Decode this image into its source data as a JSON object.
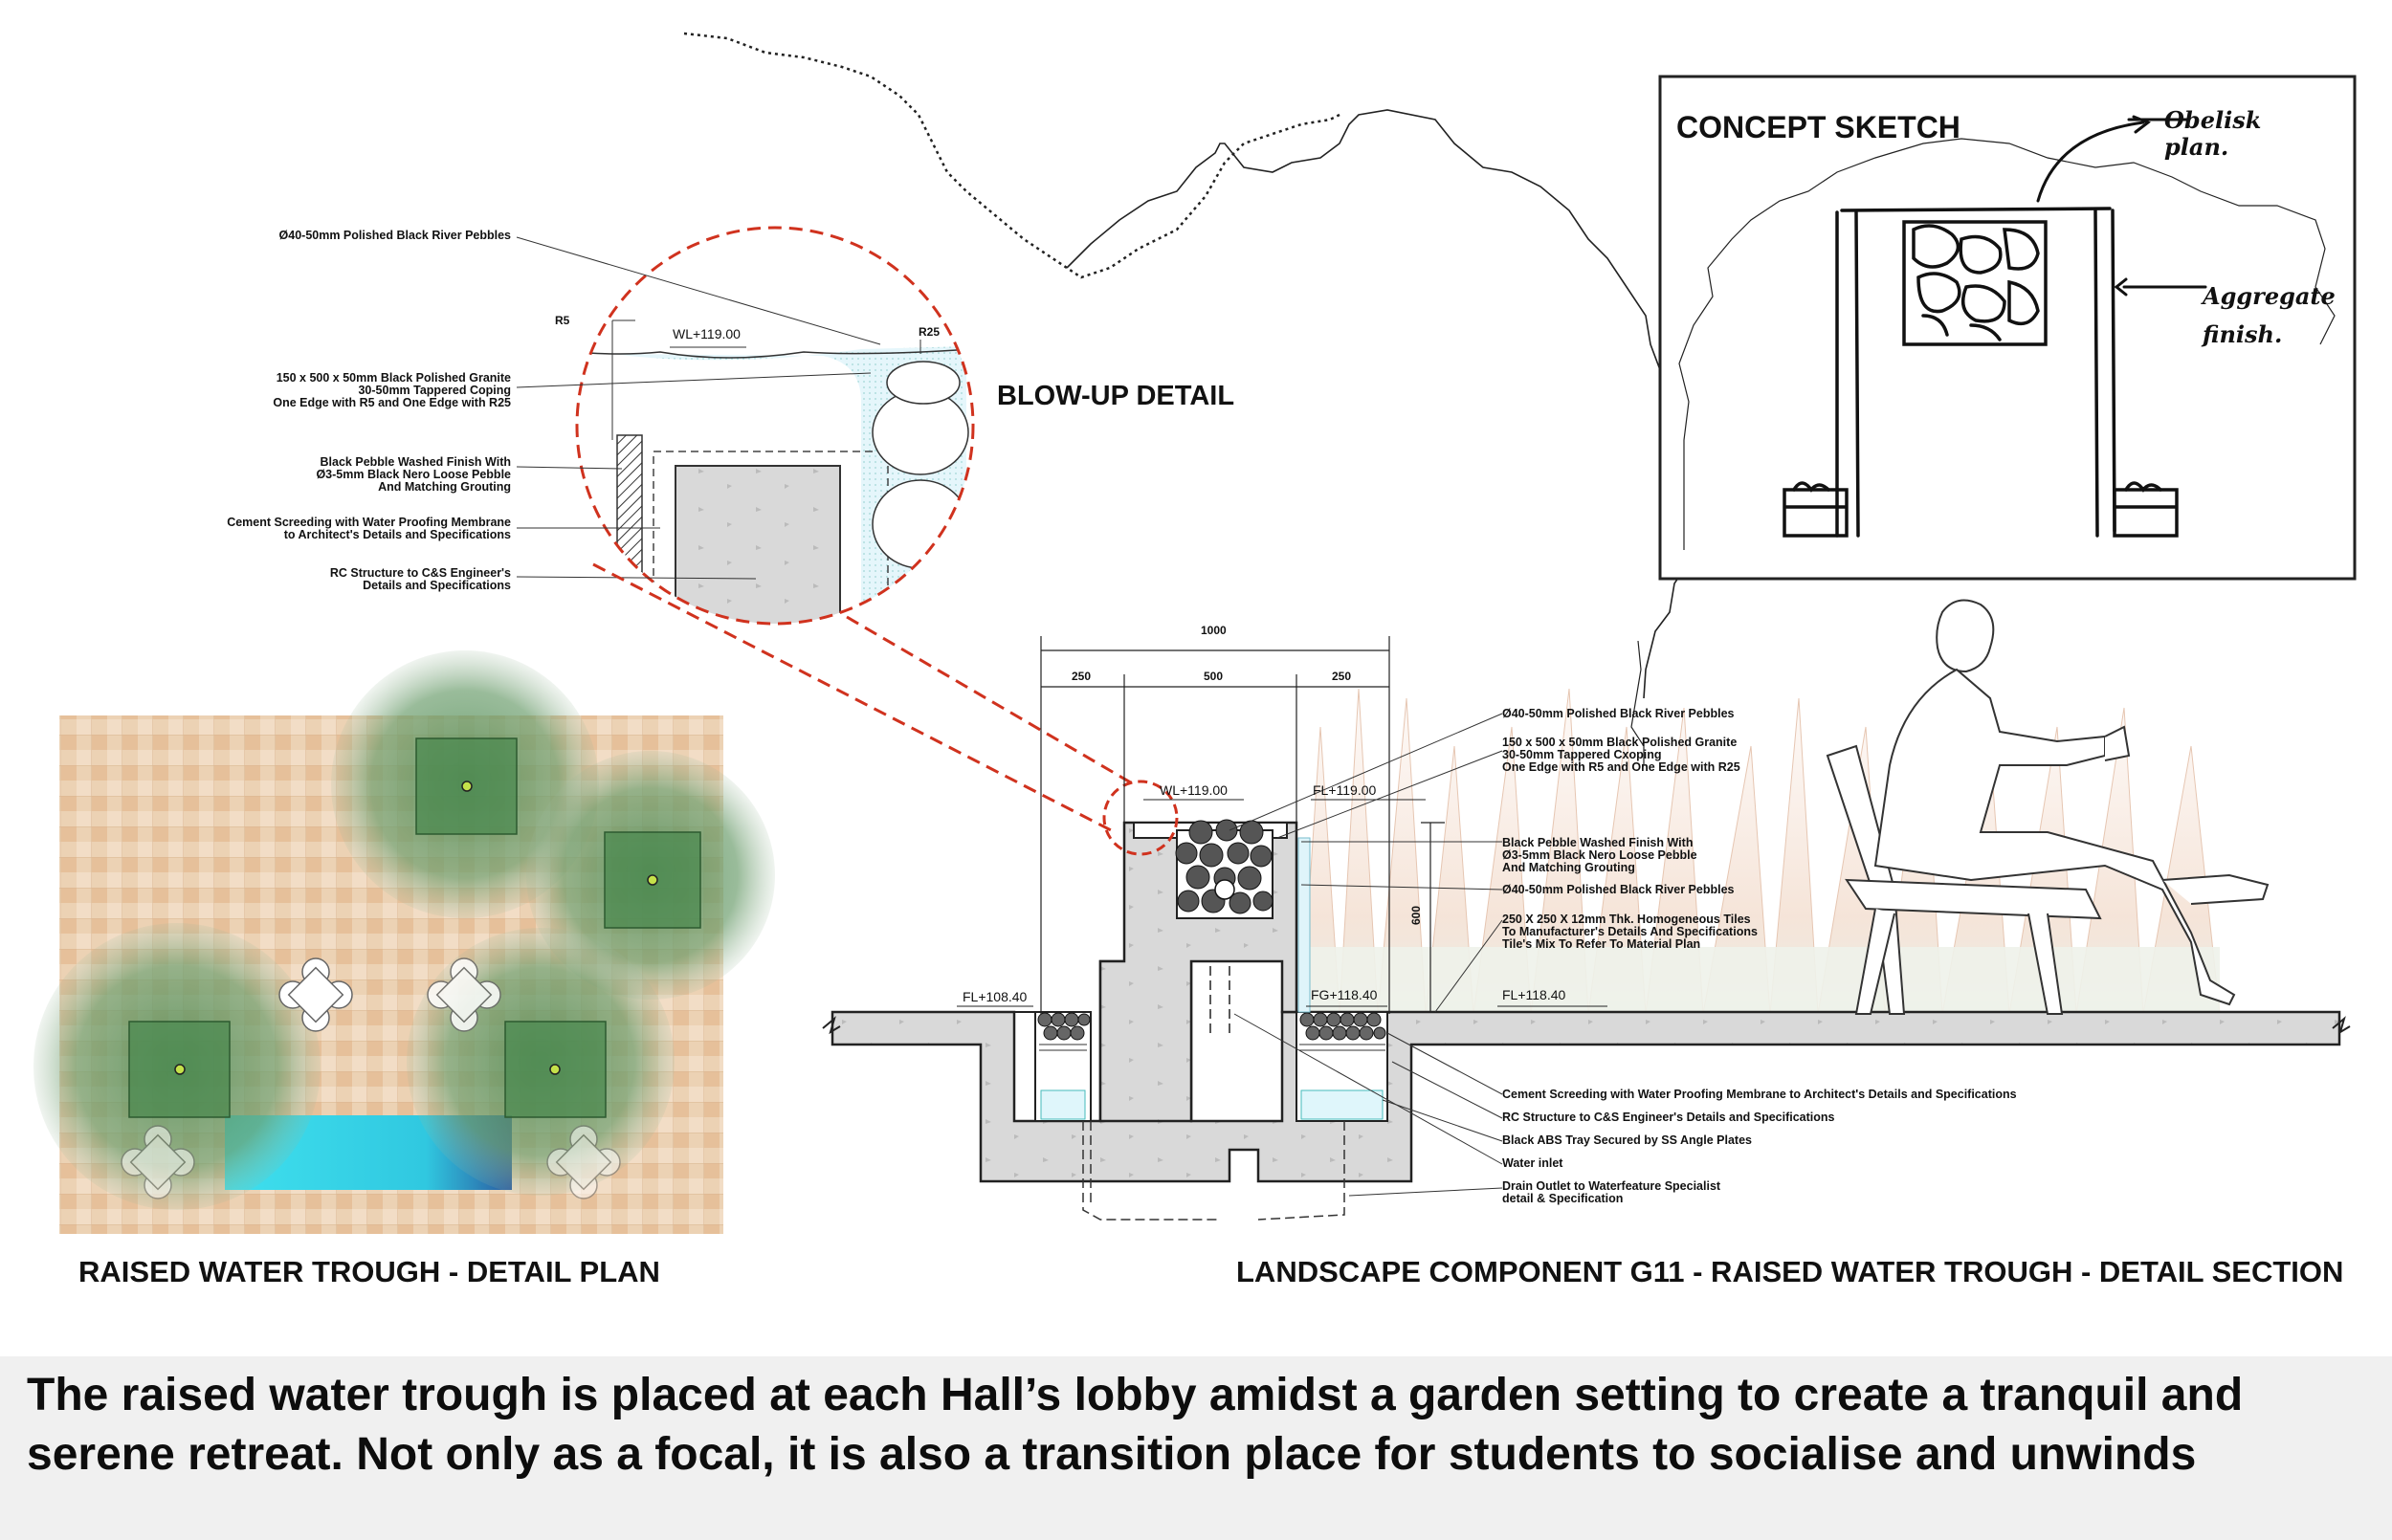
{
  "titles": {
    "blowup": "BLOW-UP DETAIL",
    "concept": "CONCEPT SKETCH",
    "plan": "RAISED WATER TROUGH - DETAIL PLAN",
    "section": "LANDSCAPE COMPONENT G11 - RAISED WATER TROUGH - DETAIL SECTION"
  },
  "sketch_notes": {
    "note1": "Obelisk\nplan.",
    "note2": "Aggregate\nfinish."
  },
  "blowup_notes": {
    "pebbles": "Ø40-50mm Polished Black River Pebbles",
    "r5": "R5",
    "wl": "WL+119.00",
    "r25": "R25",
    "granite": "150 x 500 x 50mm Black Polished Granite\n30-50mm Tappered Coping\nOne Edge with R5 and One Edge with R25",
    "washed": "Black Pebble Washed Finish With\nØ3-5mm Black Nero Loose Pebble\nAnd Matching Grouting",
    "screed": "Cement Screeding with Water Proofing Membrane\nto Architect's Details and Specifications",
    "rc": "RC Structure to C&S Engineer's\nDetails and Specifications"
  },
  "section_dims": {
    "total": "1000",
    "left": "250",
    "mid": "500",
    "right": "250",
    "height": "600"
  },
  "section_levels": {
    "wl": "WL+119.00",
    "fl_top": "FL+119.00",
    "fl_left": "FL+108.40",
    "fg": "FG+118.40",
    "fl_right": "FL+118.40"
  },
  "section_notes": {
    "n1": "Ø40-50mm Polished Black River Pebbles",
    "n2": "150 x 500 x 50mm Black Polished Granite\n30-50mm Tappered Cxoping\nOne Edge with R5 and One Edge with R25",
    "n3": "Black Pebble Washed Finish With\nØ3-5mm Black Nero Loose Pebble\nAnd Matching Grouting",
    "n4": "Ø40-50mm Polished Black River Pebbles",
    "n5": "250 X 250 X 12mm Thk. Homogeneous Tiles\nTo Manufacturer's Details And Specifications\nTile's Mix To Refer To Material Plan",
    "n6": "Cement Screeding with Water Proofing Membrane to Architect's Details and Specifications",
    "n7": "RC Structure to C&S Engineer's Details and Specifications",
    "n8": "Black ABS Tray Secured by SS Angle Plates",
    "n9": "Water inlet",
    "n10": "Drain Outlet to Waterfeature Specialist\ndetail & Specification"
  },
  "caption": "The raised water trough is placed at each Hall’s lobby amidst a garden setting to create a tranquil and serene retreat. Not only as a focal, it is also a transition place for students to socialise and unwinds",
  "colors": {
    "callout_red": "#d0321e",
    "water": "#3fd6e6",
    "tree_green": "#6aa06a",
    "paving": "#e8c9a5"
  }
}
